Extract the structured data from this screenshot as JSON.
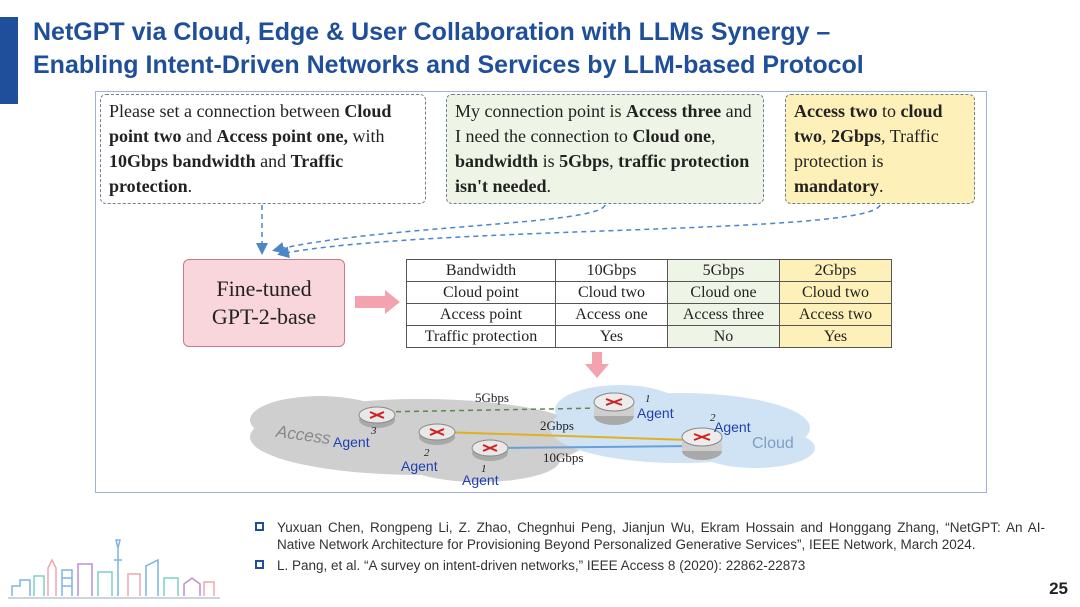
{
  "slide": {
    "title_line1": "NetGPT via Cloud, Edge & User Collaboration with LLMs Synergy –",
    "title_line2": "Enabling Intent-Driven Networks and Services by LLM-based Protocol",
    "page_number": "25",
    "accent_color": "#1f4e9a"
  },
  "intents": [
    {
      "segments": [
        {
          "t": "Please set a connection between ",
          "b": false
        },
        {
          "t": "Cloud point two",
          "b": true
        },
        {
          "t": " and ",
          "b": false
        },
        {
          "t": "Access point one,",
          "b": true
        },
        {
          "t": " with ",
          "b": false
        },
        {
          "t": "10Gbps bandwidth",
          "b": true
        },
        {
          "t": " and ",
          "b": false
        },
        {
          "t": "Traffic protection",
          "b": true
        },
        {
          "t": ".",
          "b": false
        }
      ]
    },
    {
      "segments": [
        {
          "t": "My connection point is ",
          "b": false
        },
        {
          "t": "Access three",
          "b": true
        },
        {
          "t": " and I need the connection to ",
          "b": false
        },
        {
          "t": "Cloud one",
          "b": true
        },
        {
          "t": ", ",
          "b": false
        },
        {
          "t": "bandwidth",
          "b": true
        },
        {
          "t": " is ",
          "b": false
        },
        {
          "t": "5Gbps",
          "b": true
        },
        {
          "t": ", ",
          "b": false
        },
        {
          "t": "traffic protection isn't needed",
          "b": true
        },
        {
          "t": ".",
          "b": false
        }
      ]
    },
    {
      "segments": [
        {
          "t": "Access two",
          "b": true
        },
        {
          "t": " to ",
          "b": false
        },
        {
          "t": "cloud two",
          "b": true
        },
        {
          "t": ", ",
          "b": false
        },
        {
          "t": "2Gbps",
          "b": true
        },
        {
          "t": ", Traffic protection is ",
          "b": false
        },
        {
          "t": "mandatory",
          "b": true
        },
        {
          "t": ".",
          "b": false
        }
      ]
    }
  ],
  "model": {
    "line1": "Fine-tuned",
    "line2": "GPT-2-base"
  },
  "table": {
    "rows": [
      [
        "Bandwidth",
        "10Gbps",
        "5Gbps",
        "2Gbps"
      ],
      [
        "Cloud point",
        "Cloud two",
        "Cloud one",
        "Cloud two"
      ],
      [
        "Access point",
        "Access one",
        "Access three",
        "Access two"
      ],
      [
        "Traffic protection",
        "Yes",
        "No",
        "Yes"
      ]
    ]
  },
  "network": {
    "access_label": "Access",
    "cloud_label": "Cloud",
    "agent_label": "Agent",
    "link_5g": "5Gbps",
    "link_2g": "2Gbps",
    "link_10g": "10Gbps",
    "num_access_3": "3",
    "num_access_2": "2",
    "num_access_1": "1",
    "num_cloud_1": "1",
    "num_cloud_2": "2",
    "colors": {
      "link_5g": "#5a8a4a",
      "link_2g": "#e0b020",
      "link_10g": "#6aa0d8",
      "agent_text": "#1f3fb0"
    }
  },
  "references": [
    "Yuxuan Chen, Rongpeng Li, Z. Zhao, Chegnhui Peng, Jianjun Wu, Ekram Hossain and Honggang Zhang, “NetGPT: An AI-Native Network Architecture for Provisioning Beyond Personalized Generative Services”, IEEE Network, March 2024.",
    "L. Pang, et al. “A survey on intent-driven networks,” IEEE Access 8 (2020): 22862-22873"
  ]
}
